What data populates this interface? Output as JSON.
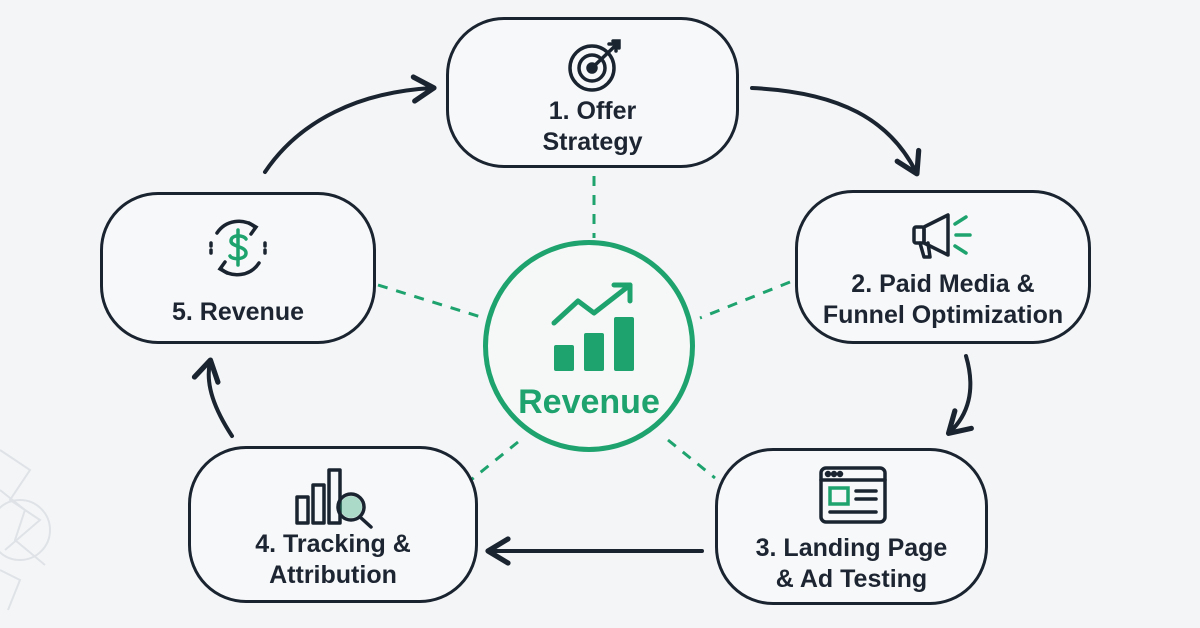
{
  "hub": {
    "label": "Revenue",
    "icon": "growth-chart-icon"
  },
  "steps": [
    {
      "lines": [
        "1. Offer",
        "Strategy"
      ],
      "icon": "target-icon"
    },
    {
      "lines": [
        "2. Paid Media &",
        "Funnel Optimization"
      ],
      "icon": "megaphone-icon"
    },
    {
      "lines": [
        "3. Landing Page",
        "& Ad Testing"
      ],
      "icon": "landing-page-icon"
    },
    {
      "lines": [
        "4. Tracking &",
        "Attribution"
      ],
      "icon": "analytics-search-icon"
    },
    {
      "lines": [
        "5. Revenue"
      ],
      "icon": "dollar-cycle-icon"
    }
  ],
  "colors": {
    "accent": "#1ea36e",
    "ink": "#1a2430",
    "background": "#f4f5f7"
  }
}
